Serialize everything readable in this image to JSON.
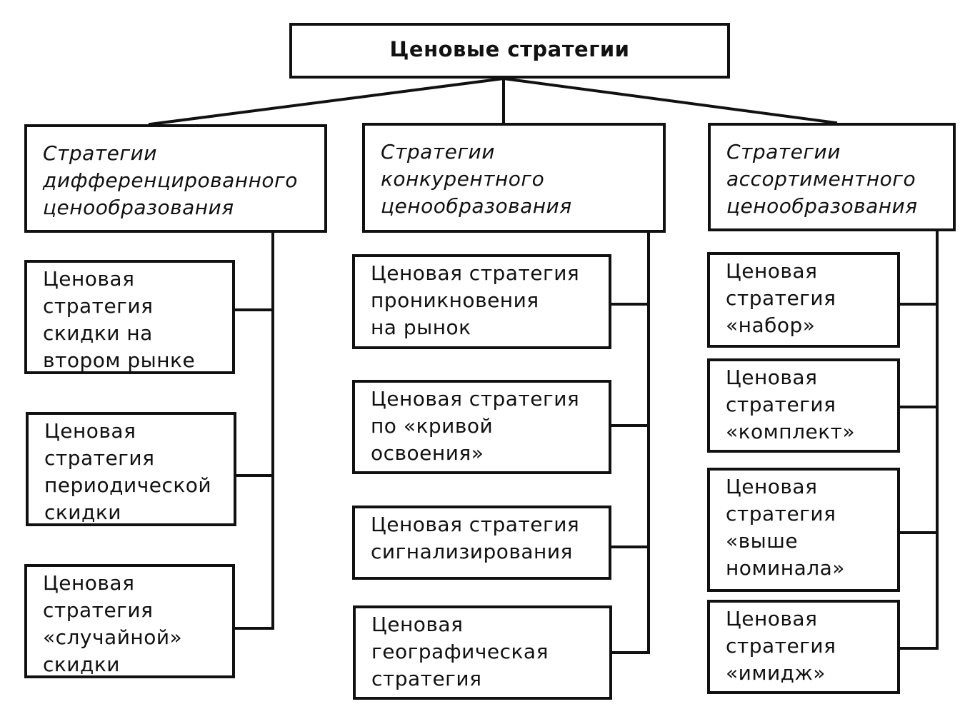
{
  "root": {
    "label": "Ценовые стратегии"
  },
  "categories": [
    {
      "label": "Стратегии\nдифференцированного\nценообразования",
      "items": [
        "Ценовая\nстратегия\nскидки на\nвтором рынке",
        "Ценовая\nстратегия\nпериодической\nскидки",
        "Ценовая\nстратегия\n«случайной»\nскидки"
      ]
    },
    {
      "label": "Стратегии\nконкурентного\nценообразования",
      "items": [
        "Ценовая стратегия\nпроникновения\nна рынок",
        "Ценовая стратегия\nпо «кривой\nосвоения»",
        "Ценовая стратегия\nсигнализирования",
        "Ценовая\nгеографическая\nстратегия"
      ]
    },
    {
      "label": "Стратегии\nассортиментного\nценообразования",
      "items": [
        "Ценовая\nстратегия\n«набор»",
        "Ценовая\nстратегия\n«комплект»",
        "Ценовая\nстратегия\n«выше\nноминала»",
        "Ценовая\nстратегия\n«имидж»"
      ]
    }
  ]
}
